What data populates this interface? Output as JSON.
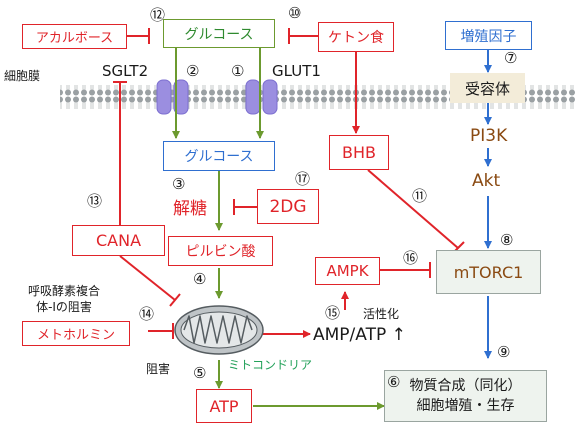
{
  "membrane_label": "細胞膜",
  "transporters": {
    "sglt2": "SGLT2",
    "glut1": "GLUT1"
  },
  "nodes": {
    "acarbose": "アカルボース",
    "glucose_outside": "グルコース",
    "ketogenic_diet": "ケトン食",
    "growth_factor": "増殖因子",
    "receptor": "受容体",
    "pi3k": "PI3K",
    "akt": "Akt",
    "glucose_inside": "グルコース",
    "bhb": "BHB",
    "glycolysis": "解糖",
    "two_dg": "2DG",
    "cana": "CANA",
    "pyruvate": "ピルビン酸",
    "ampk": "AMPK",
    "mtorc1": "mTORC1",
    "complex_i": "呼吸酵素複合\n体-Iの阻害",
    "metformin": "メトホルミン",
    "amp_atp": "AMP/ATP ↑",
    "activation": "活性化",
    "inhibition": "阻害",
    "mitochondria": "ミトコンドリア",
    "atp": "ATP",
    "outcome": "物質合成（同化）\n細胞増殖・生存"
  },
  "markers": {
    "m1": "①",
    "m2": "②",
    "m3": "③",
    "m4": "④",
    "m5": "⑤",
    "m6": "⑥",
    "m7": "⑦",
    "m8": "⑧",
    "m9": "⑨",
    "m10": "⑩",
    "m11": "⑪",
    "m12": "⑫",
    "m13": "⑬",
    "m14": "⑭",
    "m15": "⑮",
    "m16": "⑯",
    "m17": "⑰"
  },
  "colors": {
    "inhibitor_red": "#e0242a",
    "metabolite_green": "#6c9a2f",
    "signal_blue": "#2f6fd0",
    "kinase_brown": "#8a4a12",
    "transporter_purple": "#9b8ee0",
    "mitochondria_green": "#23a15a"
  }
}
